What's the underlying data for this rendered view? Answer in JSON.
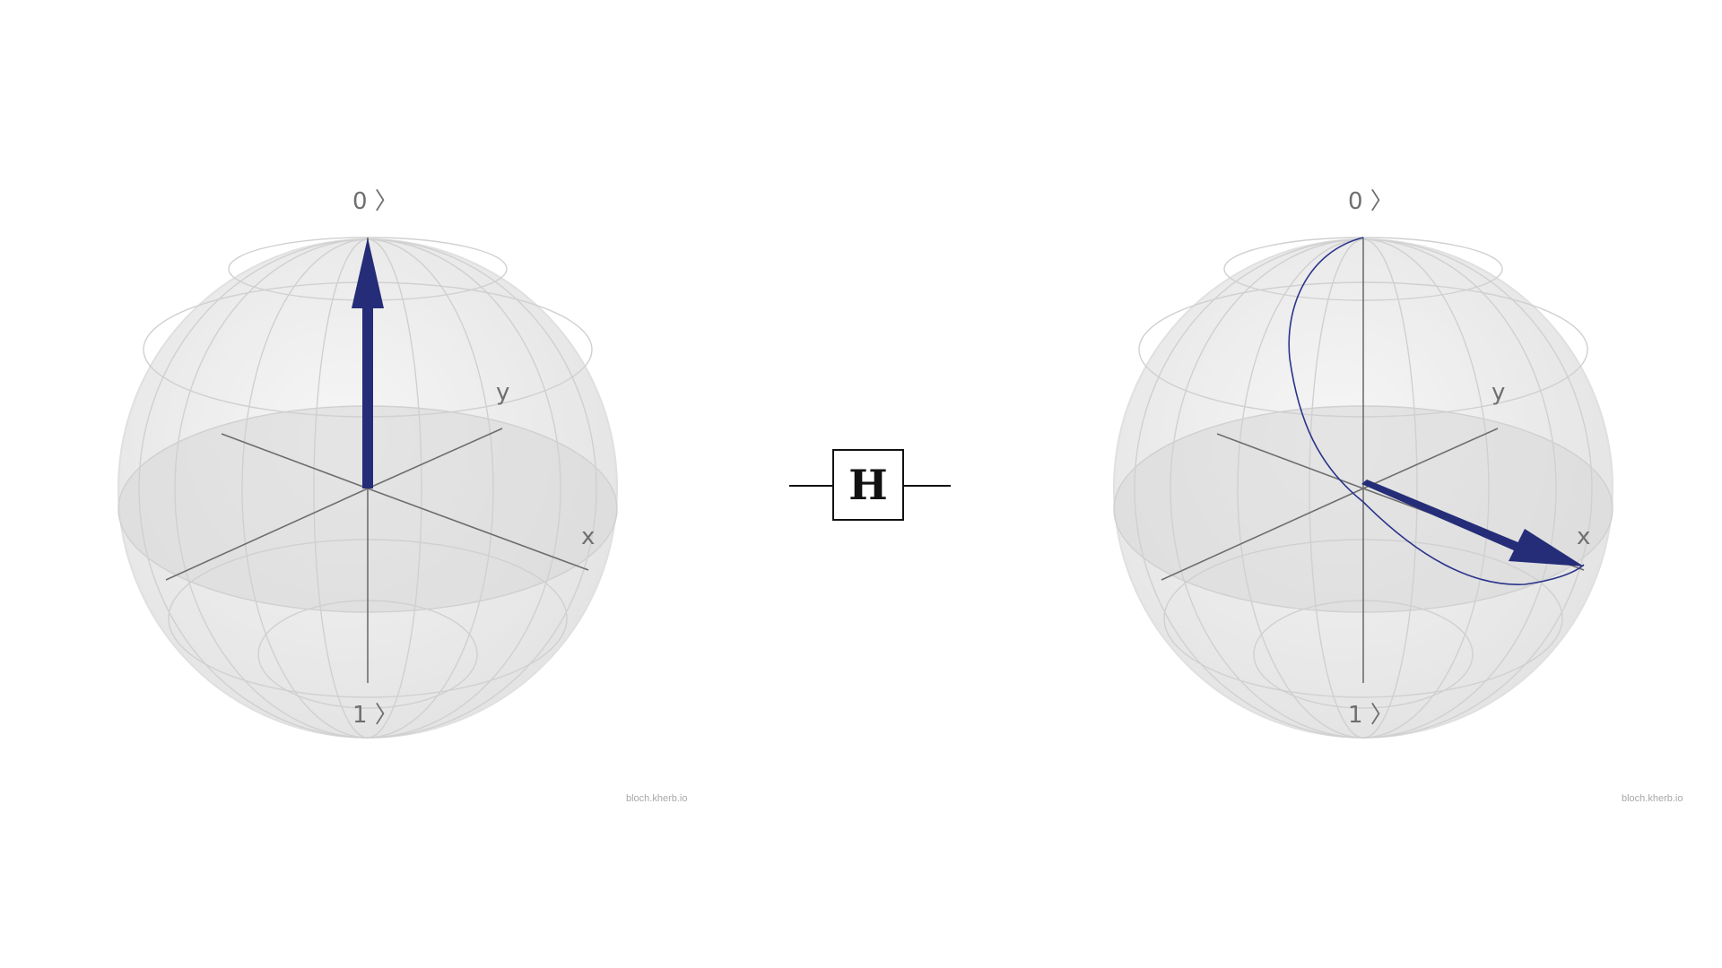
{
  "left_sphere": {
    "ket_zero_label": "0 〉",
    "ket_one_label": "1 〉",
    "x_label": "x",
    "y_label": "y",
    "watermark": "bloch.kherb.io",
    "state_vector": "|0⟩ (north pole)"
  },
  "gate": {
    "label": "H"
  },
  "right_sphere": {
    "ket_zero_label": "0 〉",
    "ket_one_label": "1 〉",
    "x_label": "x",
    "y_label": "y",
    "watermark": "bloch.kherb.io",
    "state_vector": "|+⟩ (along x axis)",
    "trajectory": "arc from |0⟩ to |+⟩"
  },
  "colors": {
    "vector": "#252d78",
    "axis": "#6e6e6e",
    "sphere_fill": "#ececec",
    "grid": "#d2d2d2",
    "equator_disc": "#dcdcdc"
  }
}
